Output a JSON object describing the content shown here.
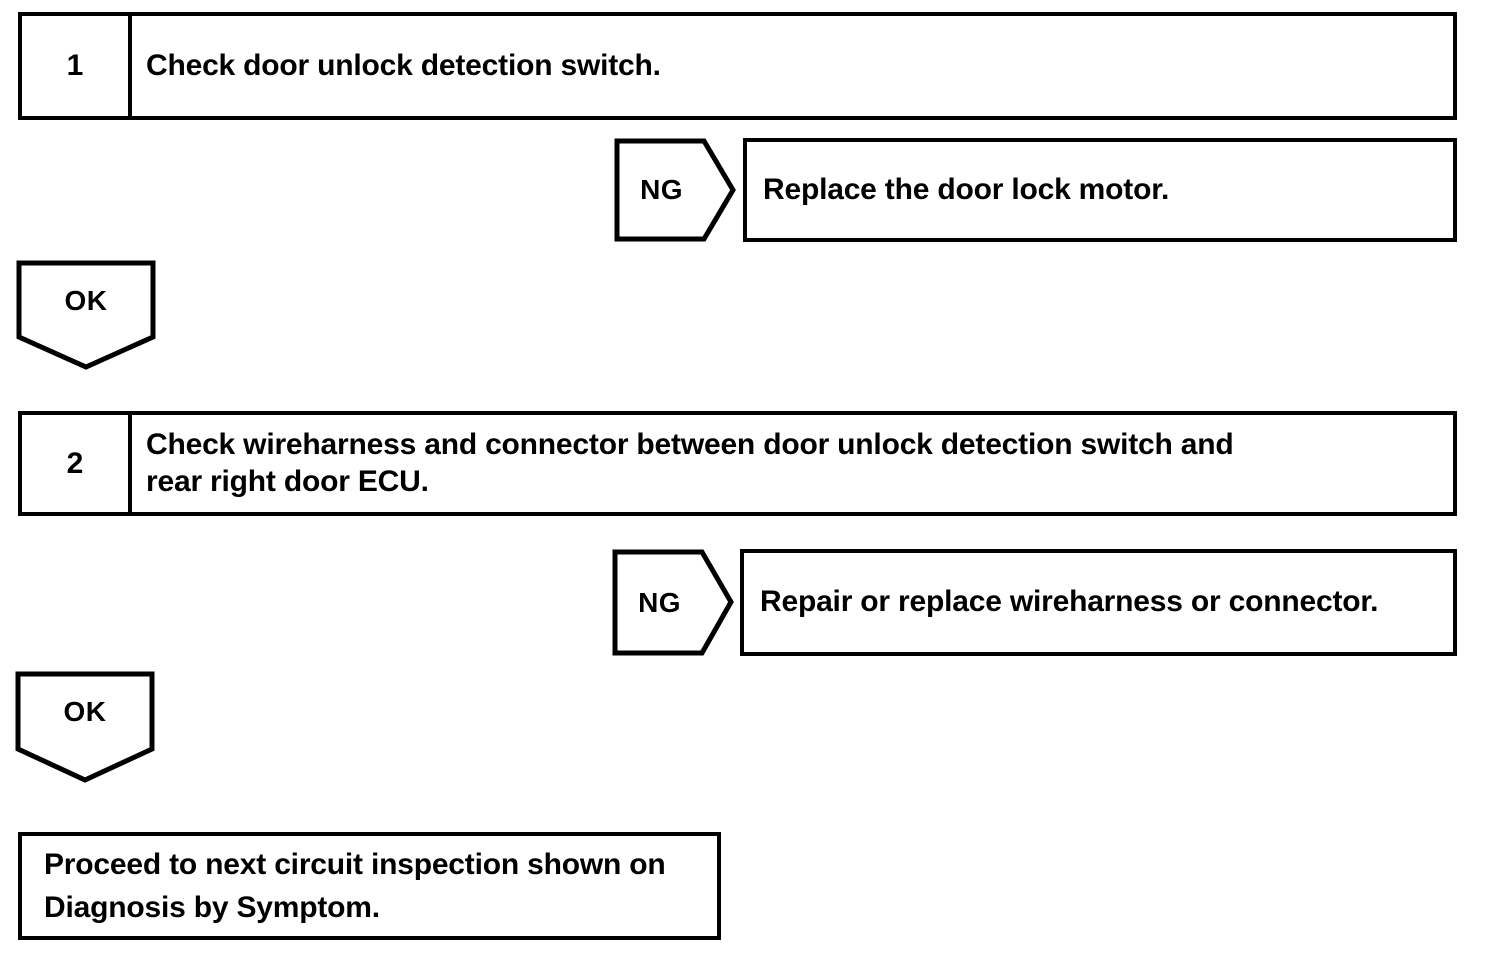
{
  "colors": {
    "stroke": "#000000",
    "background": "#ffffff",
    "text": "#000000"
  },
  "flowchart": {
    "type": "diagnostic-flowchart",
    "steps": [
      {
        "number": "1",
        "text": "Check door unlock detection switch."
      },
      {
        "number": "2",
        "text": "Check wireharness and connector between door unlock detection switch and\nrear right door ECU."
      }
    ],
    "branches": [
      {
        "label": "NG",
        "result": "Replace the door lock motor."
      },
      {
        "label": "NG",
        "result": "Repair or replace wireharness or connector."
      }
    ],
    "connectors": [
      {
        "label": "OK"
      },
      {
        "label": "OK"
      }
    ],
    "final": {
      "text": "Proceed to next circuit inspection shown on\nDiagnosis by Symptom."
    }
  }
}
